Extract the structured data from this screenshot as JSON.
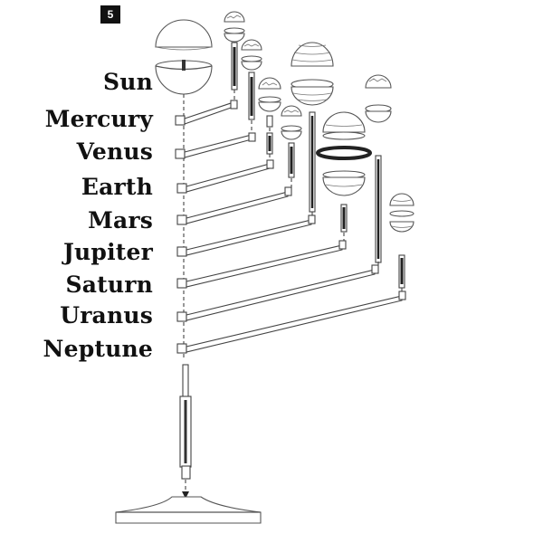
{
  "step": {
    "number": "5"
  },
  "planets": [
    {
      "name": "Sun"
    },
    {
      "name": "Mercury"
    },
    {
      "name": "Venus"
    },
    {
      "name": "Earth"
    },
    {
      "name": "Mars"
    },
    {
      "name": "Jupiter"
    },
    {
      "name": "Saturn"
    },
    {
      "name": "Uranus"
    },
    {
      "name": "Neptune"
    }
  ]
}
